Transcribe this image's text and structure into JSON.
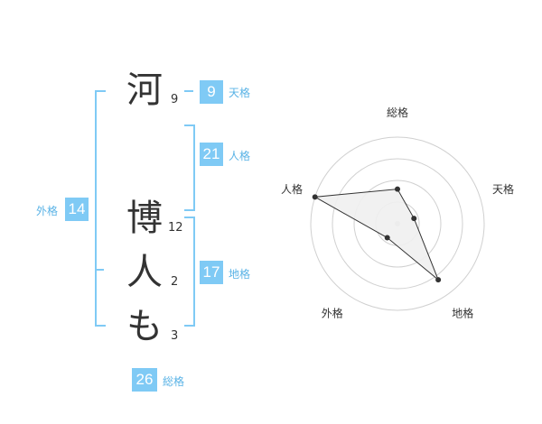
{
  "name": {
    "chars": [
      {
        "char": "河",
        "strokes": "9"
      },
      {
        "char": "博",
        "strokes": "12"
      },
      {
        "char": "人",
        "strokes": "2"
      },
      {
        "char": "も",
        "strokes": "3"
      }
    ]
  },
  "kakusu": {
    "tenkaku": {
      "value": "9",
      "label": "天格"
    },
    "jinkaku": {
      "value": "21",
      "label": "人格"
    },
    "chikaku": {
      "value": "17",
      "label": "地格"
    },
    "gaikaku": {
      "value": "14",
      "label": "外格"
    },
    "soukaku": {
      "value": "26",
      "label": "総格"
    }
  },
  "colors": {
    "accent": "#7fcaf5",
    "accent_text": "#5ab3e6",
    "radar_fill": "#f0f0f0",
    "radar_line": "#333333",
    "grid": "#d0d0d0"
  },
  "chart_data": {
    "type": "radar",
    "axes": [
      "総格",
      "天格",
      "地格",
      "外格",
      "人格"
    ],
    "values": [
      2,
      1,
      4,
      1,
      5
    ],
    "rmax": 5,
    "rings": 4
  }
}
